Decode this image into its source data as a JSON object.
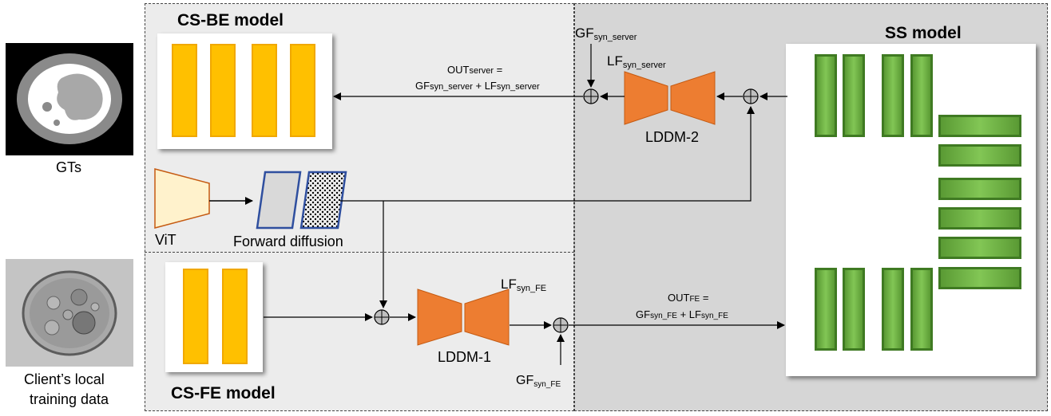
{
  "left_panel": {
    "gt_label": "GTs",
    "client_label_line1": "Client’s local",
    "client_label_line2": "training data"
  },
  "cs_be": {
    "title": "CS-BE model"
  },
  "cs_fe": {
    "title": "CS-FE model"
  },
  "ss": {
    "title": "SS model"
  },
  "vit": {
    "label": "ViT"
  },
  "forward_diffusion": {
    "label": "Forward diffusion"
  },
  "lddm1": {
    "label": "LDDM-1"
  },
  "lddm2": {
    "label": "LDDM-2"
  },
  "gf_server": {
    "main": "GF",
    "sub": "syn_server"
  },
  "lf_server": {
    "main": "LF",
    "sub": "syn_server"
  },
  "lf_fe": {
    "main": "LF",
    "sub": "syn_FE"
  },
  "gf_fe": {
    "main": "GF",
    "sub": "syn_FE"
  },
  "out_server": {
    "line1_main": "OUT",
    "line1_sub": "server",
    "line1_tail": " =",
    "gf_main": "GF",
    "gf_sub": "syn_server",
    "plus": " + ",
    "lf_main": "LF",
    "lf_sub": "syn_server"
  },
  "out_fe": {
    "line1_main": "OUT",
    "line1_sub": "FE",
    "line1_tail": " =",
    "gf_main": "GF",
    "gf_sub": "syn_FE",
    "plus": " + ",
    "lf_main": "LF",
    "lf_sub": "syn_FE"
  },
  "colors": {
    "yellow": "#ffc000",
    "green": "#70ad47",
    "orange": "#ed7d31",
    "vit": "#fff2cc",
    "diffusion_border": "#2f4f9f"
  }
}
